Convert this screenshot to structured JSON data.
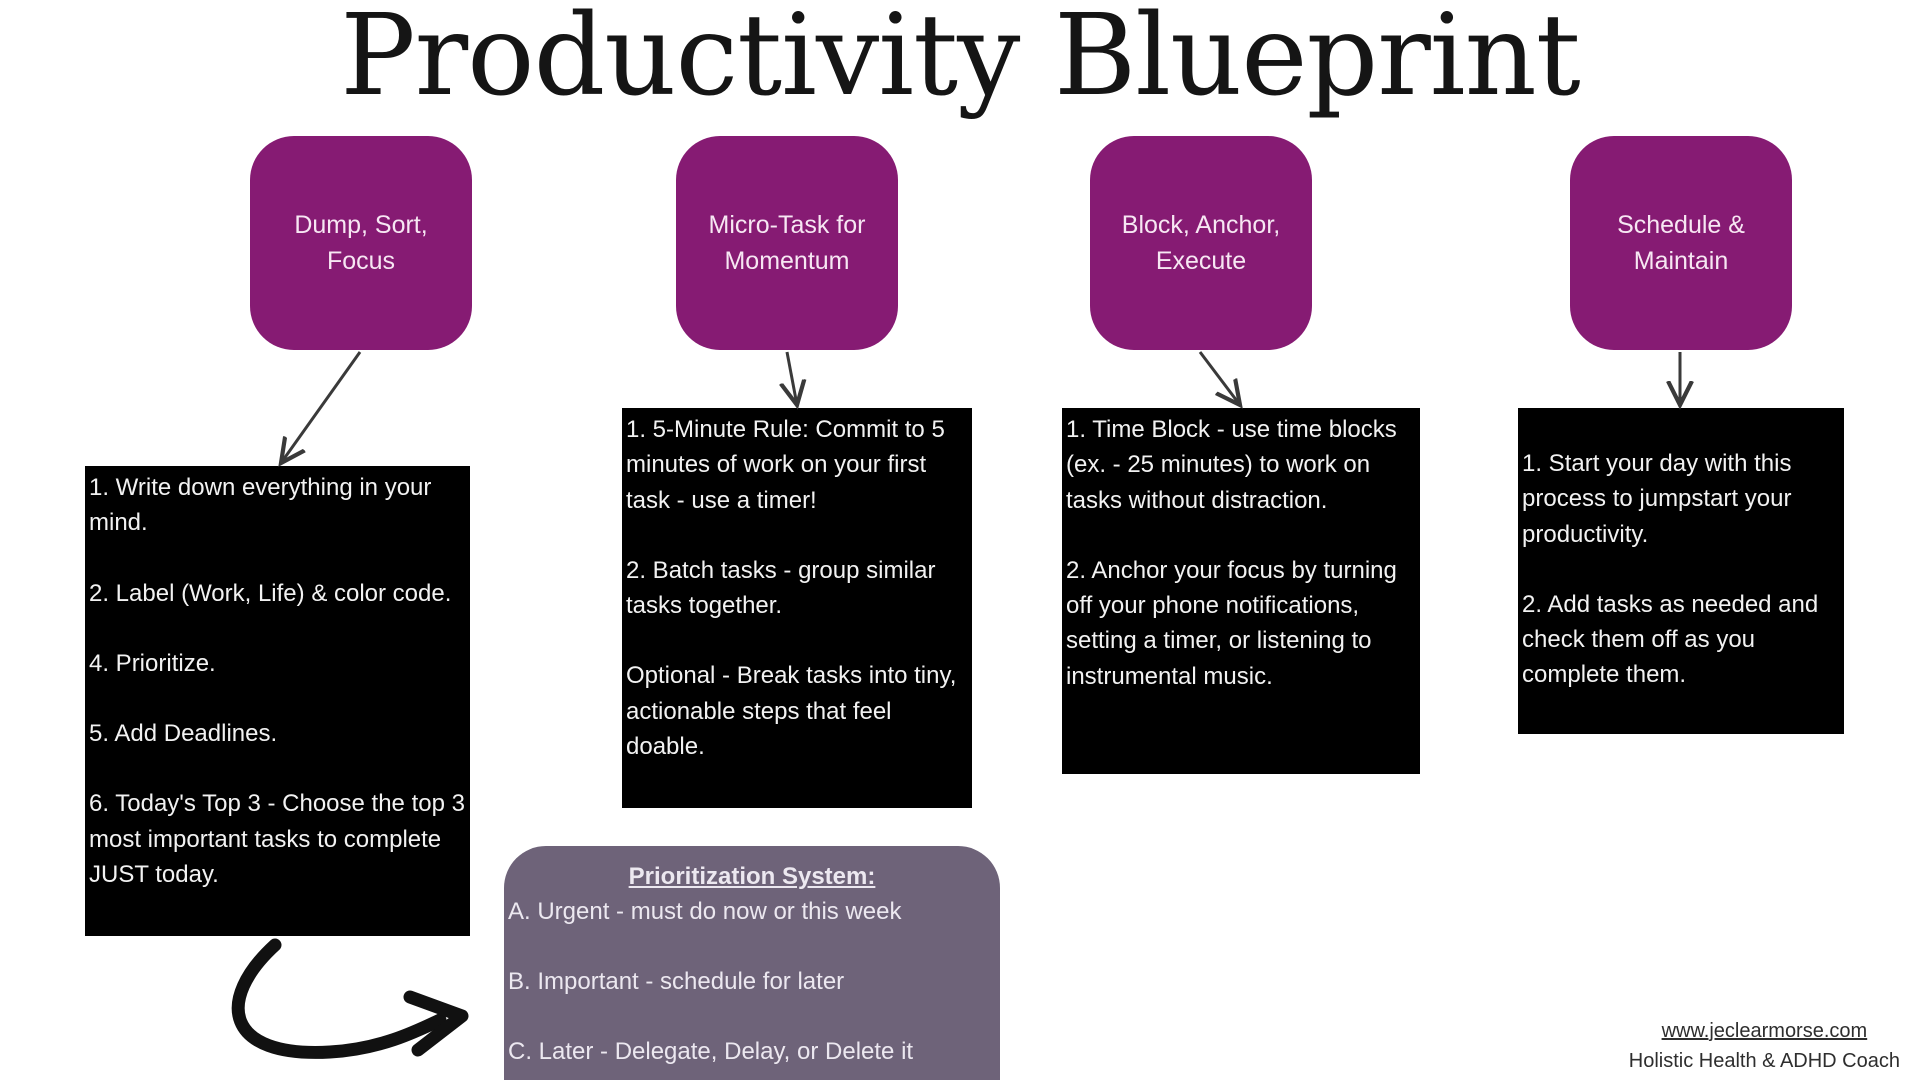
{
  "title": "Productivity Blueprint",
  "steps": [
    {
      "label": "Dump, Sort, Focus",
      "items": [
        "1. Write down everything in your mind.",
        "2. Label (Work, Life) & color code.",
        "4. Prioritize.",
        "5. Add Deadlines.",
        "6. Today's Top 3 - Choose the top 3 most important tasks to complete JUST today."
      ]
    },
    {
      "label": "Micro-Task for Momentum",
      "items": [
        "1. 5-Minute Rule: Commit to 5 minutes of work on your first task - use a timer!",
        "2. Batch tasks - group similar tasks together.",
        "Optional - Break tasks into tiny, actionable steps that feel doable."
      ]
    },
    {
      "label": "Block, Anchor, Execute",
      "items": [
        "1. Time Block - use time blocks (ex. - 25 minutes) to work on tasks without distraction.",
        "2. Anchor your focus by turning off your phone notifications, setting a timer, or listening to instrumental music."
      ]
    },
    {
      "label": "Schedule & Maintain",
      "items": [
        "1. Start your day with this process to jumpstart your productivity.",
        "2. Add tasks as needed and check them off as you complete them."
      ]
    }
  ],
  "prioritization": {
    "title": "Prioritization System:",
    "items": [
      "A. Urgent - must do now or this week",
      "B. Important - schedule for later",
      "C. Later - Delegate, Delay, or Delete it"
    ]
  },
  "credit": {
    "website": "www.jeclearmorse.com",
    "tagline": "Holistic Health & ADHD Coach"
  },
  "colors": {
    "step_fill": "#861b73",
    "detail_fill": "#000000",
    "prioritization_fill": "#6e6379"
  }
}
